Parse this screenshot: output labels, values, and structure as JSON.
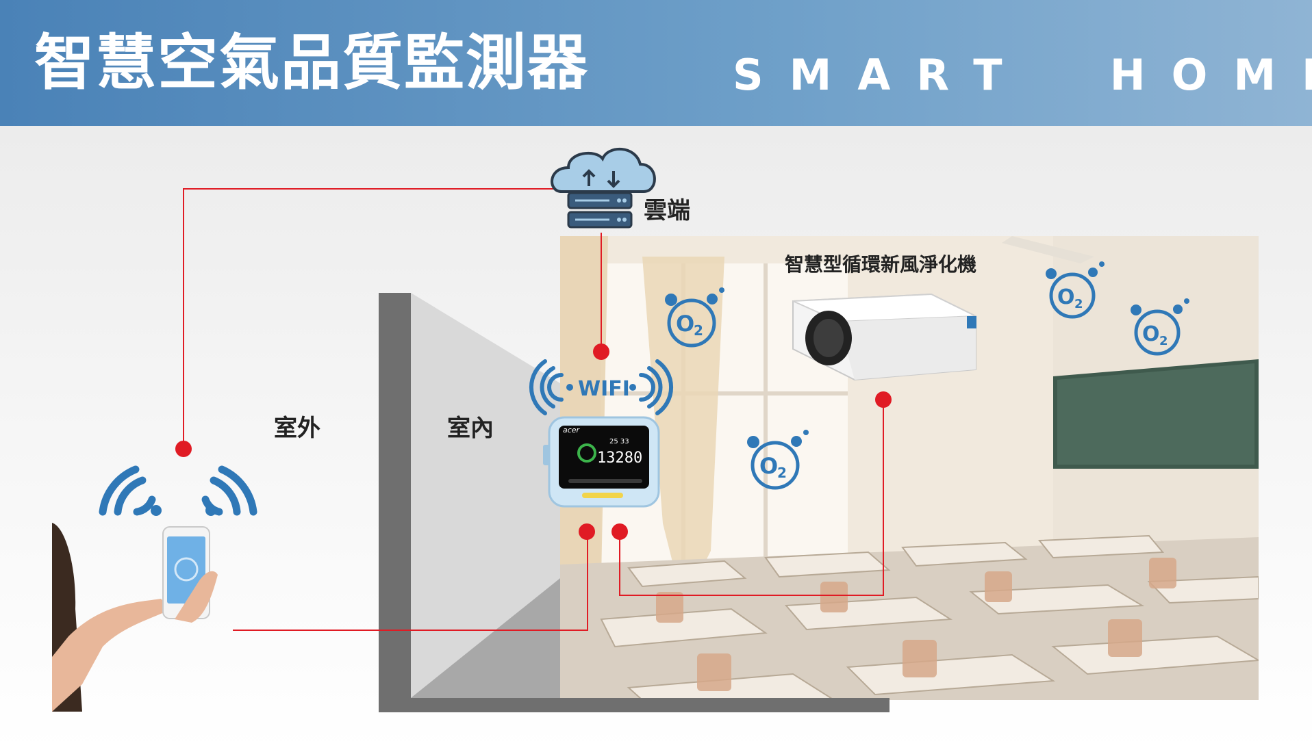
{
  "header": {
    "title": "智慧空氣品質監測器",
    "subtitle": "SMART  HOME"
  },
  "labels": {
    "cloud": "雲端",
    "outdoor": "室外",
    "indoor": "室內",
    "purifier": "智慧型循環新風淨化機",
    "wifi": "WIFI"
  },
  "device": {
    "brand": "acer",
    "reading": "13280",
    "temp_humidity": "25 33"
  },
  "oxygen_symbol": {
    "base": "O",
    "subscript": "2"
  },
  "colors": {
    "header_blue": "#4a82b7",
    "connection_red": "#e01b24",
    "icon_blue": "#2f78b7",
    "wall_gray": "#6f6f6f"
  }
}
